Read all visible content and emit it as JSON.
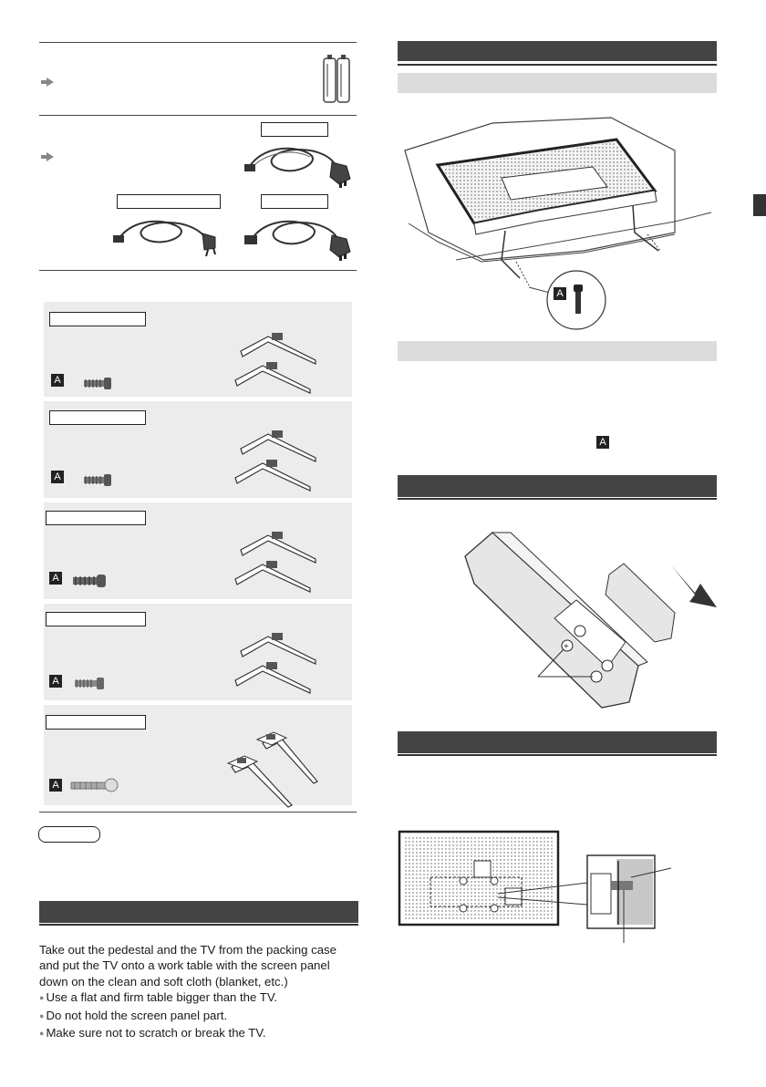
{
  "markers": {
    "a_label": "A"
  },
  "intro": {
    "lines": [
      "Take out the pedestal and the TV from the packing case",
      "and put the TV onto a work table with the screen panel",
      "down on the clean and soft cloth (blanket, etc.)"
    ],
    "bullets": [
      "Use a flat and firm table bigger than the TV.",
      "Do not hold the screen panel part.",
      "Make sure not to scratch or break the TV."
    ]
  },
  "icons": {
    "batteries": "batteries-icon",
    "mains_lead": "mains-lead-icon",
    "pedestal": "pedestal-icon",
    "screw": "screw-icon",
    "remote": "remote-control-icon",
    "tv_back": "tv-rear-panel-icon"
  },
  "colors": {
    "section_bar": "#444444",
    "sub_bar": "#dcdcdc",
    "panel": "#ececec",
    "side_tab": "#333333"
  }
}
